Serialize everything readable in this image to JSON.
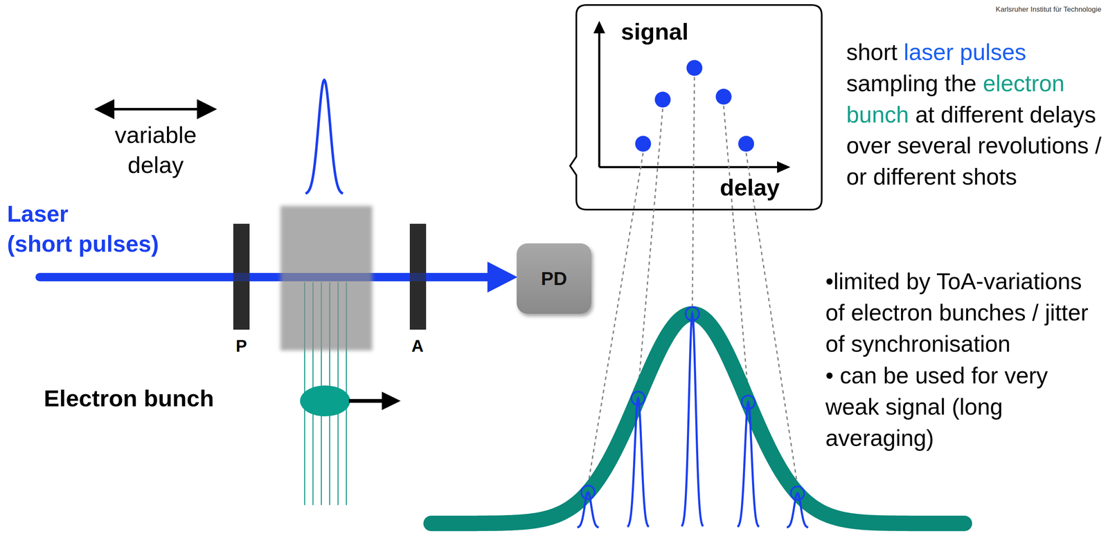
{
  "diagram": {
    "nodes": [
      {
        "text": [
          "PD"
        ]
      }
    ],
    "labels": [
      "Karlsruher Institut für Technologie",
      "variable delay",
      "Laser (short pulses)",
      "P",
      "A",
      "Electron bunch",
      "signal",
      "delay",
      "short",
      "laser pulses",
      "sampling the",
      "electron bunch",
      "at different delays over several revolutions / or different shots",
      "•limited by ToA-variations of electron bunches / jitter of synchronisation",
      "• can be used for very weak signal (long averaging)"
    ]
  }
}
